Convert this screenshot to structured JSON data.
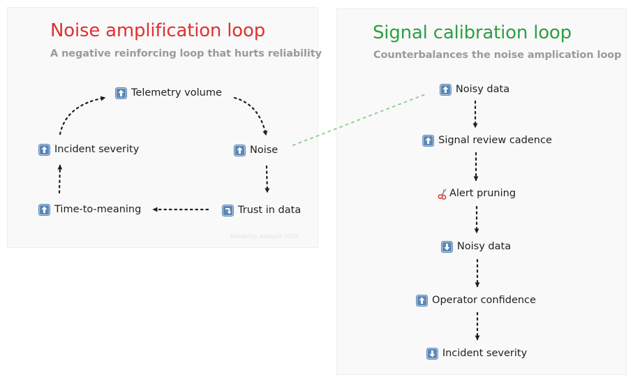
{
  "left_panel": {
    "title": "Noise amplification loop",
    "subtitle": "A negative reinforcing loop that hurts reliability",
    "watermark": "Reliability Analysis 2025",
    "title_color": "#e03131",
    "nodes": [
      {
        "key": "telemetry",
        "icon": "up-arrow-icon",
        "label": "Telemetry volume"
      },
      {
        "key": "noise",
        "icon": "up-arrow-icon",
        "label": "Noise"
      },
      {
        "key": "trust",
        "icon": "down-turn-arrow-icon",
        "label": "Trust in data"
      },
      {
        "key": "time_to_meaning",
        "icon": "up-arrow-icon",
        "label": "Time-to-meaning"
      },
      {
        "key": "incident_severity",
        "icon": "up-arrow-icon",
        "label": "Incident severity"
      }
    ]
  },
  "right_panel": {
    "title": "Signal calibration loop",
    "subtitle": "Counterbalances the noise amplication loop",
    "title_color": "#2f9e44",
    "nodes": [
      {
        "key": "noisy_up",
        "icon": "up-arrow-icon",
        "label": "Noisy data"
      },
      {
        "key": "review",
        "icon": "up-arrow-icon",
        "label": "Signal review cadence"
      },
      {
        "key": "pruning",
        "icon": "scissors-icon",
        "label": "Alert pruning"
      },
      {
        "key": "noisy_down",
        "icon": "down-arrow-icon",
        "label": "Noisy data"
      },
      {
        "key": "confidence",
        "icon": "up-arrow-icon",
        "label": "Operator confidence"
      },
      {
        "key": "severity_down",
        "icon": "down-arrow-icon",
        "label": "Incident severity"
      }
    ]
  },
  "colors": {
    "icon_fill": "#5b87b5",
    "icon_light": "#b9cfe6",
    "arrow": "#1e1e1e",
    "connector": "#8fd18f"
  }
}
